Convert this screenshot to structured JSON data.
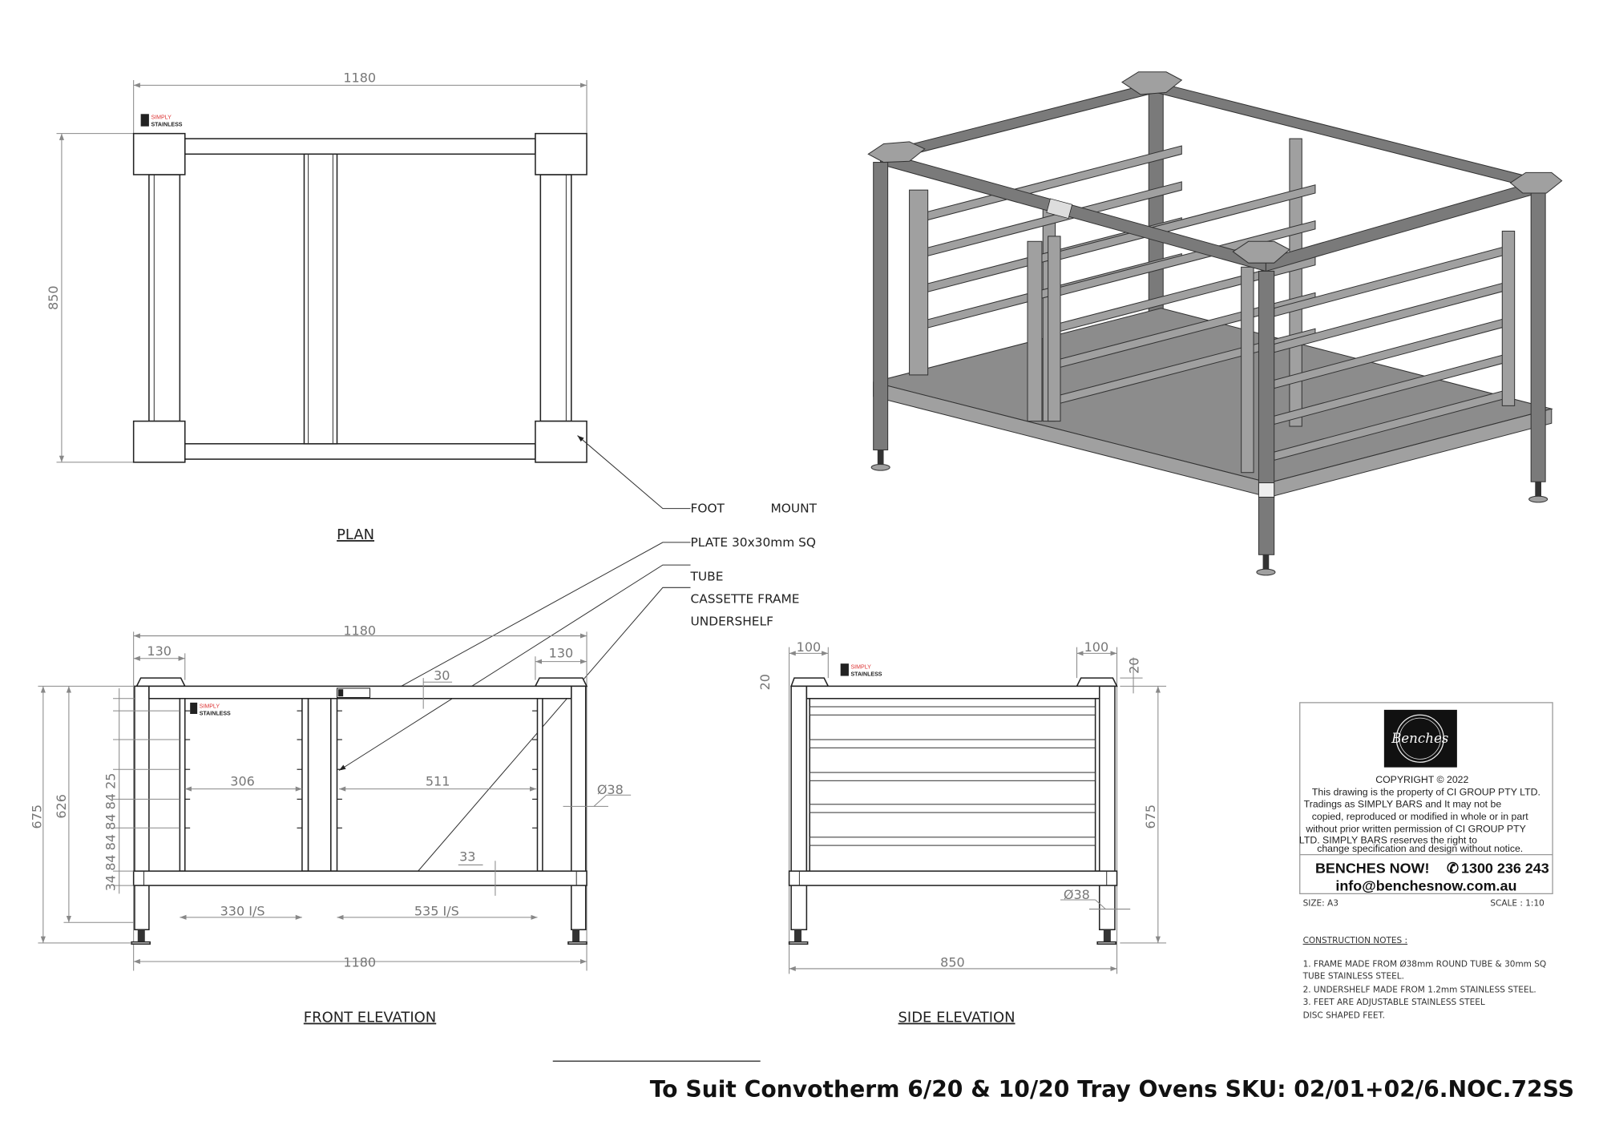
{
  "brand": {
    "simply": "SIMPLY",
    "stainless": "STAINLESS"
  },
  "plan": {
    "title": "PLAN",
    "width_dim": "1180",
    "depth_dim": "850"
  },
  "callouts": {
    "foot": "FOOT",
    "mount": "MOUNT",
    "plate": "PLATE 30x30mm SQ",
    "tube": "TUBE",
    "cassette": "CASSETTE FRAME",
    "undershelf": "UNDERSHELF"
  },
  "front": {
    "title": "FRONT ELEVATION",
    "top_width": "1180",
    "bottom_width": "1180",
    "left_130": "130",
    "right_130": "130",
    "rail_30": "30",
    "left_opening": "306",
    "right_opening": "511",
    "left_is": "330 I/S",
    "right_is": "535 I/S",
    "shelf_33": "33",
    "tube_dia": "Ø38",
    "height_675": "675",
    "height_626": "626",
    "runner_stack": "34 84 84 84 84 25"
  },
  "side": {
    "title": "SIDE ELEVATION",
    "left_100": "100",
    "right_100": "100",
    "left_20": "20",
    "right_20": "20",
    "height_675": "675",
    "width_850": "850",
    "tube_dia": "Ø38"
  },
  "title_block": {
    "logo_text": "Benches",
    "copyright": "COPYRIGHT © 2022",
    "lines": [
      "This drawing is the property of CI GROUP PTY LTD.",
      "Tradings as SIMPLY BARS and It may not be",
      "copied, reproduced or modified in whole or in part",
      "without prior written permission of CI GROUP PTY",
      "LTD. SIMPLY BARS reserves the right to",
      "change specification and design without notice."
    ],
    "company": "BENCHES NOW!",
    "phone": "1300 236 243",
    "email": "info@benchesnow.com.au",
    "size": "SIZE: A3",
    "scale": "SCALE : 1:10"
  },
  "notes": {
    "heading": "CONSTRUCTION NOTES :",
    "items": [
      "1. FRAME MADE FROM Ø38mm ROUND TUBE & 30mm SQ",
      "TUBE STAINLESS STEEL.",
      "2. UNDERSHELF MADE FROM 1.2mm STAINLESS STEEL.",
      "3. FEET ARE ADJUSTABLE STAINLESS STEEL",
      " DISC SHAPED FEET."
    ]
  },
  "product_title": "To Suit Convotherm 6/20 & 10/20 Tray Ovens SKU: 02/01+02/6.NOC.72SS"
}
